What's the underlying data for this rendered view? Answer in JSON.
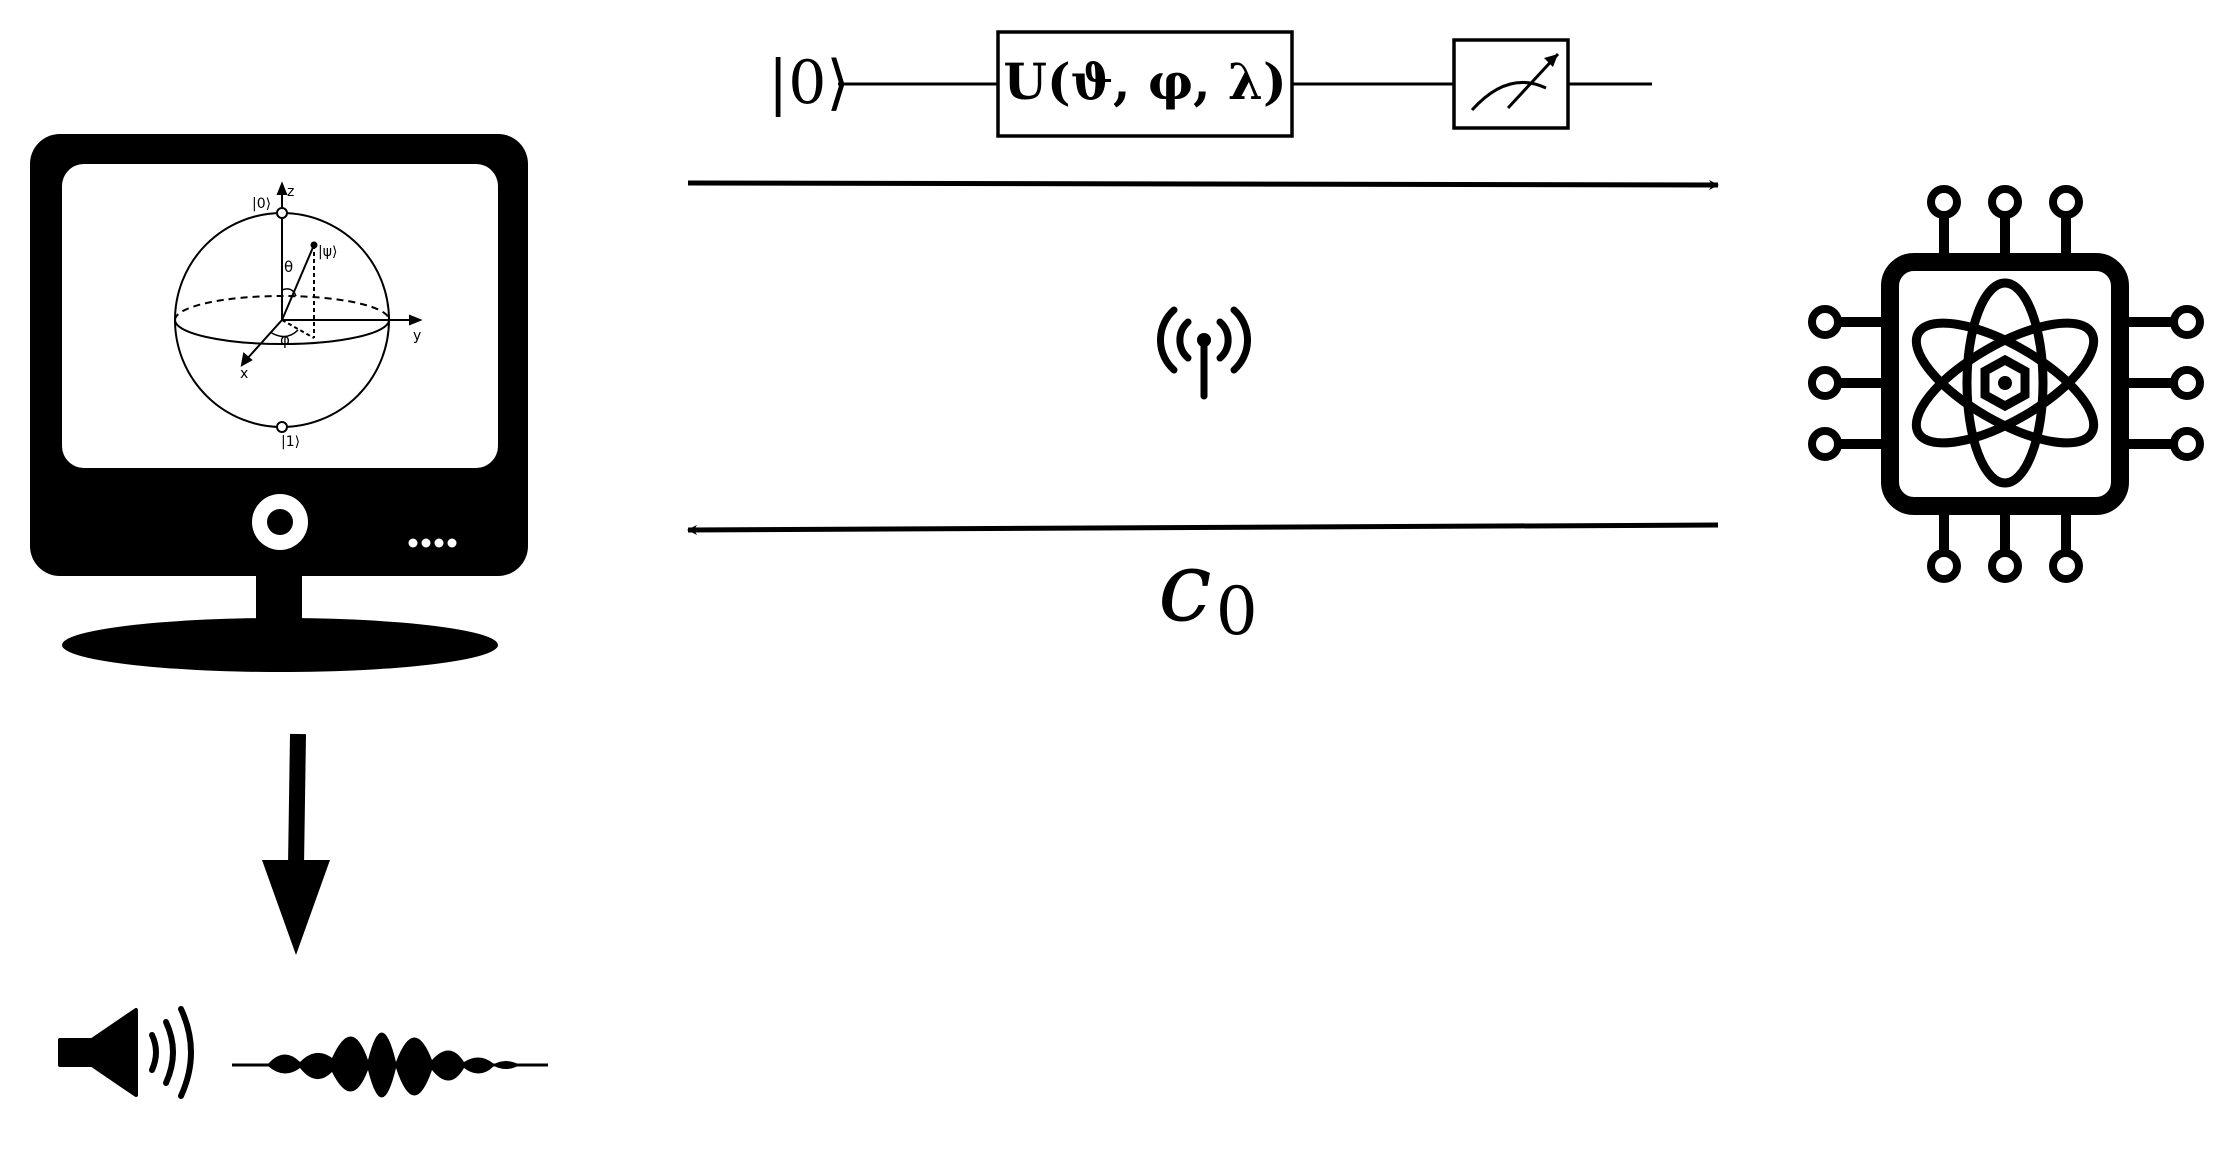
{
  "circuit": {
    "input_state": "|0⟩",
    "gate_label": "U(ϑ, φ, λ)",
    "measurement": "measurement-meter"
  },
  "bloch_sphere": {
    "ket0": "|0⟩",
    "ket1": "|1⟩",
    "psi": "|ψ⟩",
    "axis_x": "x",
    "axis_y": "y",
    "axis_z": "z",
    "theta": "θ",
    "phi": "φ"
  },
  "return_signal": {
    "symbol": "c",
    "subscript": "0"
  },
  "icons": {
    "computer": "monitor-icon",
    "wireless": "antenna-icon",
    "quantum_chip": "quantum-processor-icon",
    "speaker": "speaker-icon",
    "waveform": "sound-wave-icon"
  },
  "colors": {
    "ink": "#000000",
    "background": "#ffffff"
  }
}
